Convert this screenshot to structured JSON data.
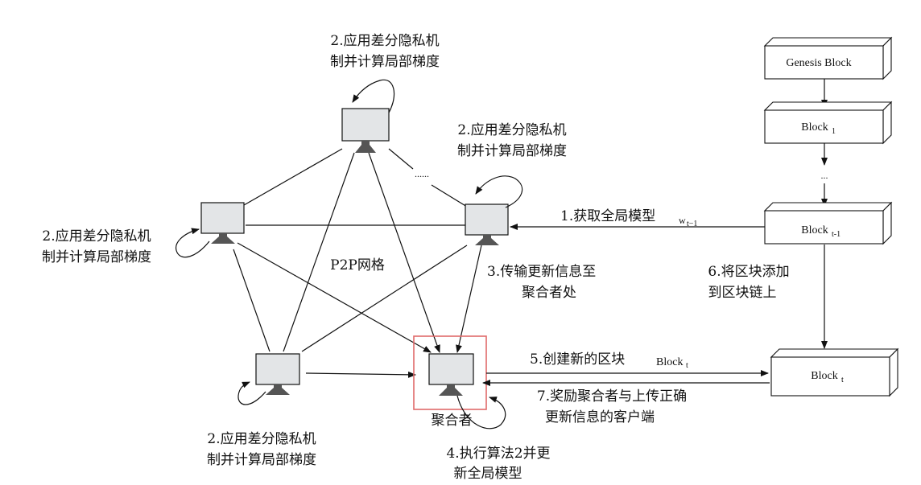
{
  "nodes": {
    "top": {
      "label_line1": "2.应用差分隐私机",
      "label_line2": "制并计算局部梯度"
    },
    "right": {
      "label_line1": "2.应用差分隐私机",
      "label_line2": "制并计算局部梯度"
    },
    "left": {
      "label_line1": "2.应用差分隐私机",
      "label_line2": "制并计算局部梯度"
    },
    "bottom": {
      "label_line1": "2.应用差分隐私机",
      "label_line2": "制并计算局部梯度"
    },
    "aggregator": {
      "label": "聚合者"
    }
  },
  "network": {
    "label": "P2P网格",
    "ellipsis": "......"
  },
  "steps": {
    "step1": {
      "text": "1.获取全局模型",
      "var": "w",
      "var_sub": "t−1"
    },
    "step3": {
      "line1": "3.传输更新信息至",
      "line2": "聚合者处"
    },
    "step4": {
      "line1": "4.执行算法2并更",
      "line2": "新全局模型"
    },
    "step5": {
      "text": "5.创建新的区块",
      "var": "Block",
      "var_sub": "t"
    },
    "step6": {
      "line1": "6.将区块添加",
      "line2": "到区块链上"
    },
    "step7": {
      "line1": "7.奖励聚合者与上传正确",
      "line2": "更新信息的客户端"
    }
  },
  "chain": {
    "genesis": "Genesis Block",
    "block1": {
      "label": "Block",
      "sub": "1"
    },
    "ellipsis": "...",
    "block_prev": {
      "label": "Block",
      "sub": "t-1"
    },
    "block_t": {
      "label": "Block",
      "sub": "t"
    }
  },
  "colors": {
    "highlight": "#e06b6b",
    "screen": "#e3e5e7",
    "stand": "#555555"
  }
}
